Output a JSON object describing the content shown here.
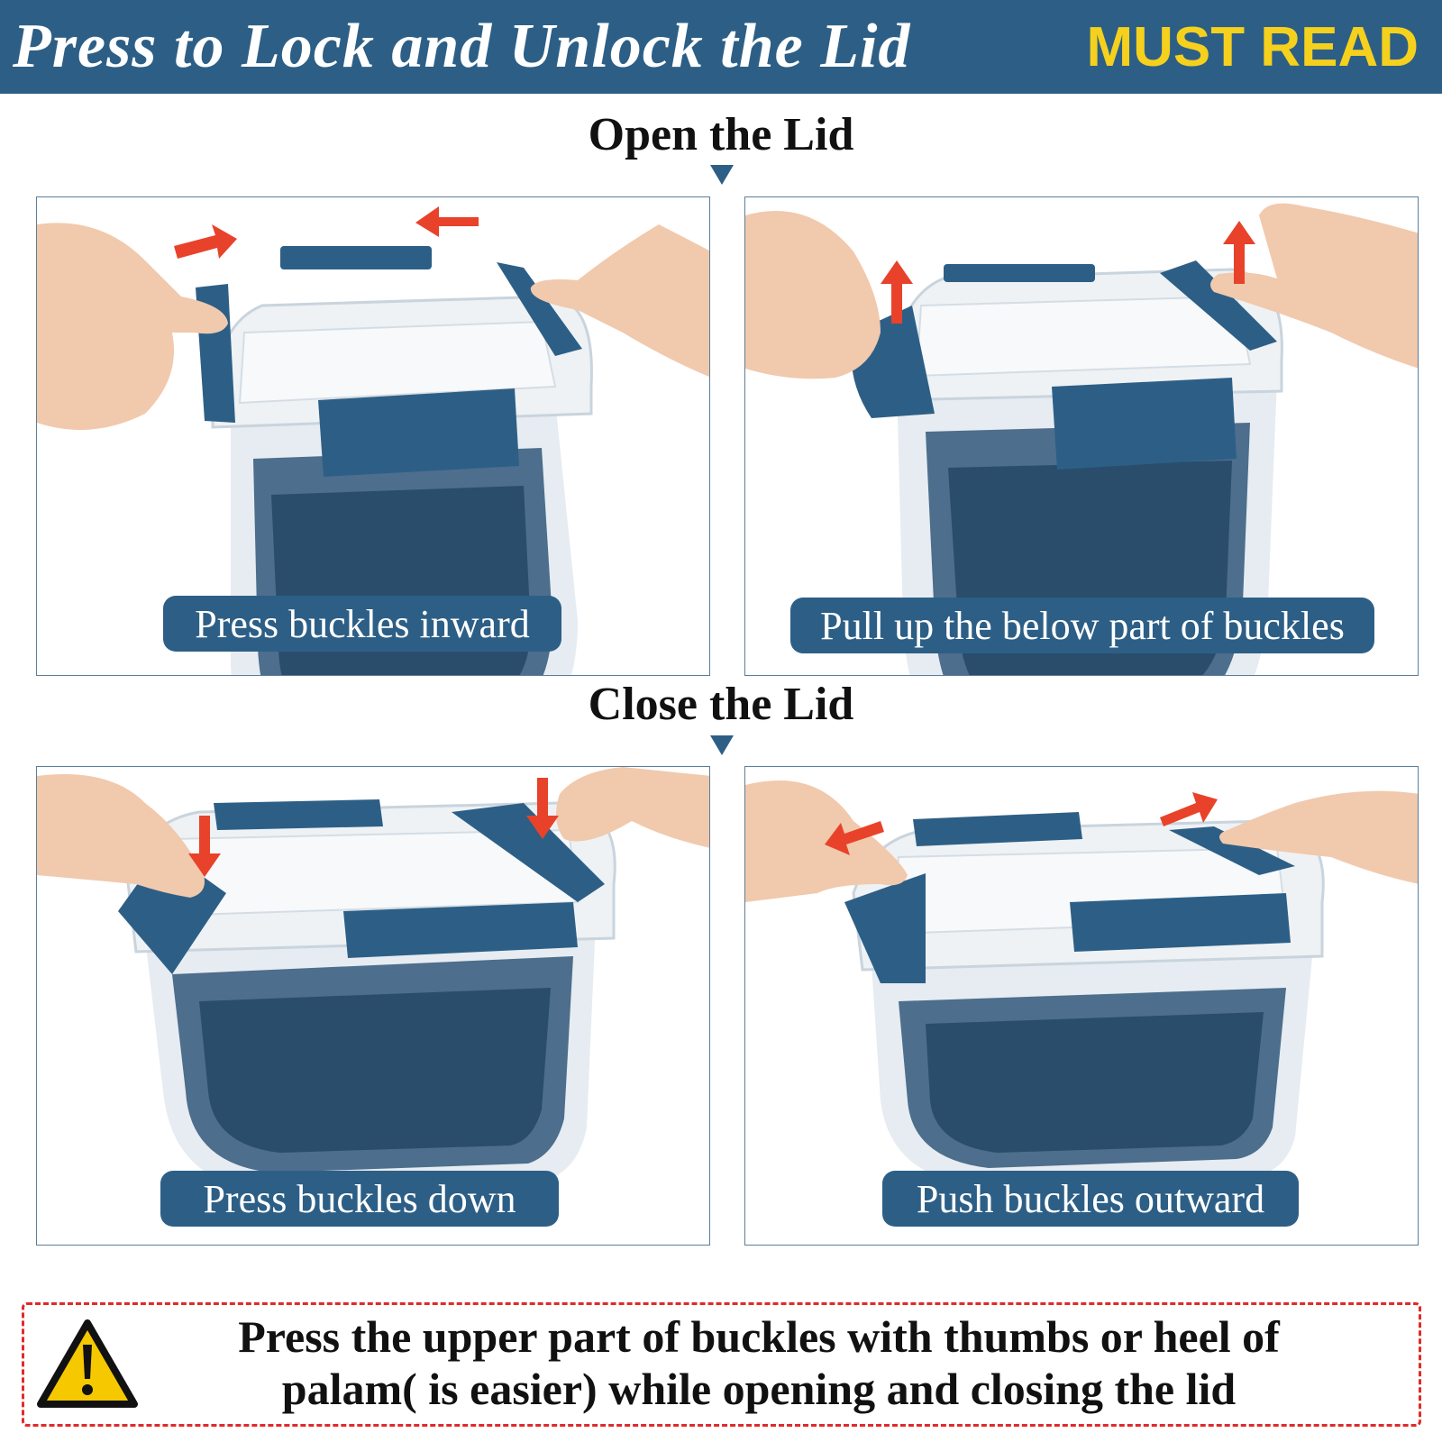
{
  "header": {
    "title": "Press to Lock and Unlock the Lid",
    "badge": "MUST READ"
  },
  "sections": [
    {
      "title": "Open the Lid",
      "panels": [
        {
          "caption": "Press buckles inward",
          "illustration": "hands-pressing-buckles-inward"
        },
        {
          "caption": "Pull up the below part of buckles",
          "illustration": "hands-pulling-buckles-up"
        }
      ]
    },
    {
      "title": "Close the Lid",
      "panels": [
        {
          "caption": "Press buckles down",
          "illustration": "hands-pressing-buckles-down"
        },
        {
          "caption": "Push buckles outward",
          "illustration": "hands-pushing-buckles-outward"
        }
      ]
    }
  ],
  "note": {
    "line1": "Press the upper part of buckles with thumbs or heel of",
    "line2": "palam( is easier) while opening and closing the lid",
    "icon": "warning-triangle-icon"
  },
  "colors": {
    "brand_blue": "#2d5f86",
    "badge_yellow": "#f5d11d",
    "arrow_red": "#e8422a",
    "warning_red": "#e02a2a",
    "warning_yellow": "#f6c800"
  }
}
